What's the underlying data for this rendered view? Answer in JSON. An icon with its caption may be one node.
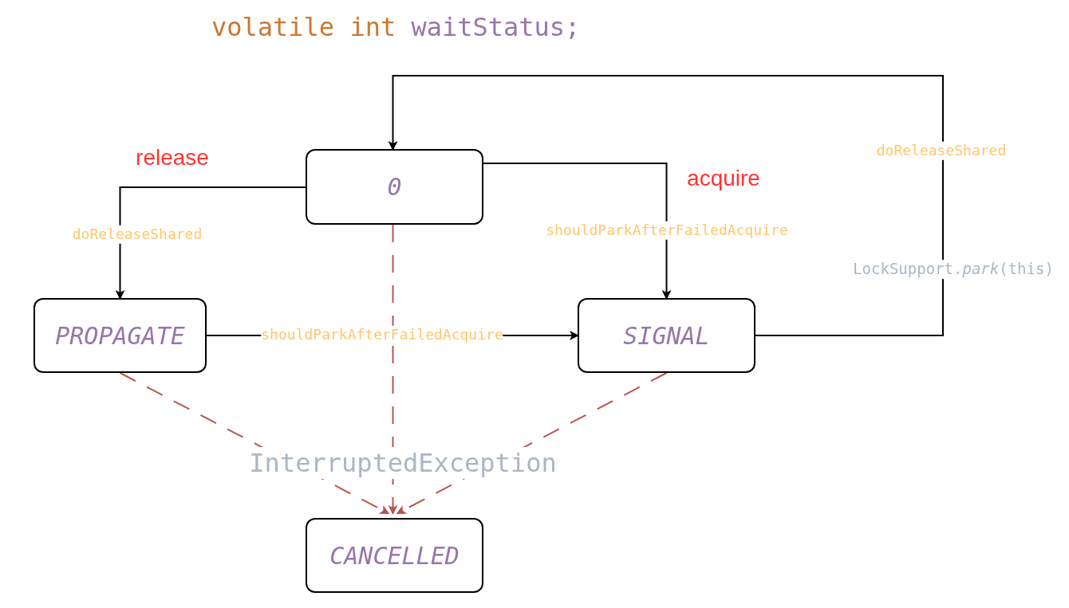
{
  "diagram": {
    "title": "volatile int waitStatus;",
    "nodes": [
      {
        "text": [
          "0"
        ]
      },
      {
        "text": [
          "PROPAGATE"
        ]
      },
      {
        "text": [
          "SIGNAL"
        ]
      },
      {
        "text": [
          "CANCELLED"
        ]
      }
    ],
    "edges": [
      {
        "from": 0,
        "to": 1,
        "arrow": "to",
        "label": "doReleaseShared"
      },
      {
        "from": 0,
        "to": 2,
        "arrow": "to",
        "label": "shouldParkAfterFailedAcquire"
      },
      {
        "from": 1,
        "to": 2,
        "arrow": "to",
        "label": "shouldParkAfterFailedAcquire"
      },
      {
        "from": 2,
        "to": 0,
        "arrow": "to",
        "label": "doReleaseShared"
      },
      {
        "from": 0,
        "to": 3,
        "arrow": "to",
        "style": "dashed",
        "color": "#b85450"
      },
      {
        "from": 1,
        "to": 3,
        "arrow": "to",
        "style": "dashed",
        "color": "#b85450"
      },
      {
        "from": 2,
        "to": 3,
        "arrow": "to",
        "style": "dashed",
        "color": "#b85450"
      }
    ],
    "labels": [
      "release",
      "acquire",
      "LockSupport.*park*(this)",
      "InterruptedException"
    ]
  }
}
